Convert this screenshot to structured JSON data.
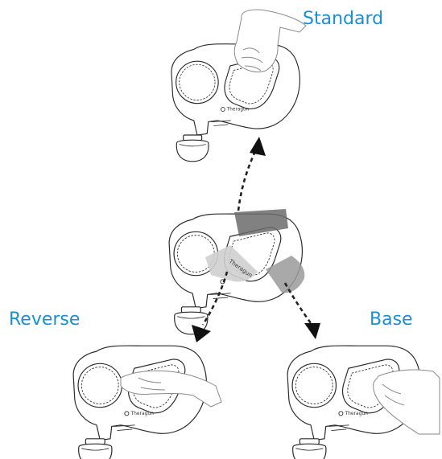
{
  "labels": {
    "standard": "Standard",
    "reverse": "Reverse",
    "base": "Base"
  },
  "brand_text": "Theragun",
  "colors": {
    "label": "#1a8fd1",
    "grip_dark": "#6b6b6b",
    "grip_mid": "#9a9a9a",
    "grip_light": "#cfcfcf",
    "outline": "#2b2b2b"
  },
  "icons": [
    "massage-gun",
    "hand",
    "arrow"
  ]
}
